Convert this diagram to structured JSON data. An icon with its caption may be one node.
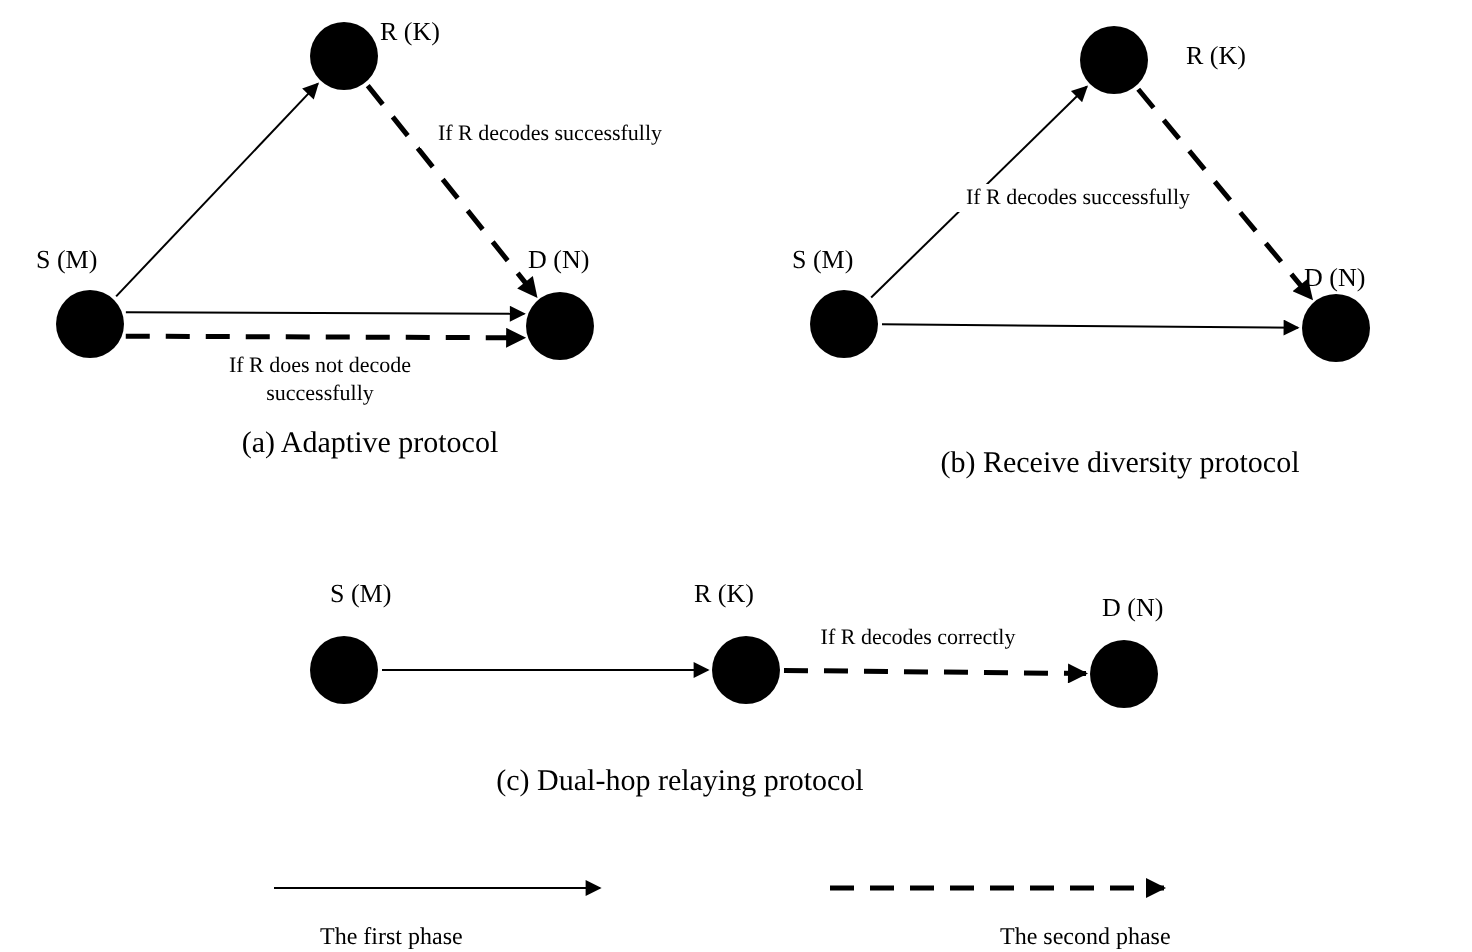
{
  "diagram": {
    "nodes": [
      {
        "text": [
          "S (M)"
        ]
      },
      {
        "text": [
          "R (K)"
        ]
      },
      {
        "text": [
          "D (N)"
        ]
      },
      {
        "text": [
          "S (M)"
        ]
      },
      {
        "text": [
          "R (K)"
        ]
      },
      {
        "text": [
          "D (N)"
        ]
      },
      {
        "text": [
          "S (M)"
        ]
      },
      {
        "text": [
          "R (K)"
        ]
      },
      {
        "text": [
          "D (N)"
        ]
      }
    ],
    "edges": [
      {
        "from": 0,
        "to": 1,
        "arrow": "to"
      },
      {
        "from": 1,
        "to": 2,
        "arrow": "to",
        "label": "If R decodes successfully",
        "style": "dashed"
      },
      {
        "from": 0,
        "to": 2,
        "arrow": "to"
      },
      {
        "from": 0,
        "to": 2,
        "arrow": "to",
        "label": "If R does not decode successfully",
        "style": "dashed"
      },
      {
        "from": 3,
        "to": 4,
        "arrow": "to"
      },
      {
        "from": 4,
        "to": 5,
        "arrow": "to",
        "label": "If R decodes successfully",
        "style": "dashed"
      },
      {
        "from": 3,
        "to": 5,
        "arrow": "to"
      },
      {
        "from": 6,
        "to": 7,
        "arrow": "to"
      },
      {
        "from": 7,
        "to": 8,
        "arrow": "to",
        "label": "If R decodes correctly",
        "style": "dashed"
      }
    ],
    "labels": [
      "(a) Adaptive protocol",
      "(b) Receive diversity protocol",
      "(c) Dual-hop relaying protocol"
    ],
    "legend": [
      {
        "text": "The first phase"
      },
      {
        "text": "The second phase"
      }
    ]
  }
}
